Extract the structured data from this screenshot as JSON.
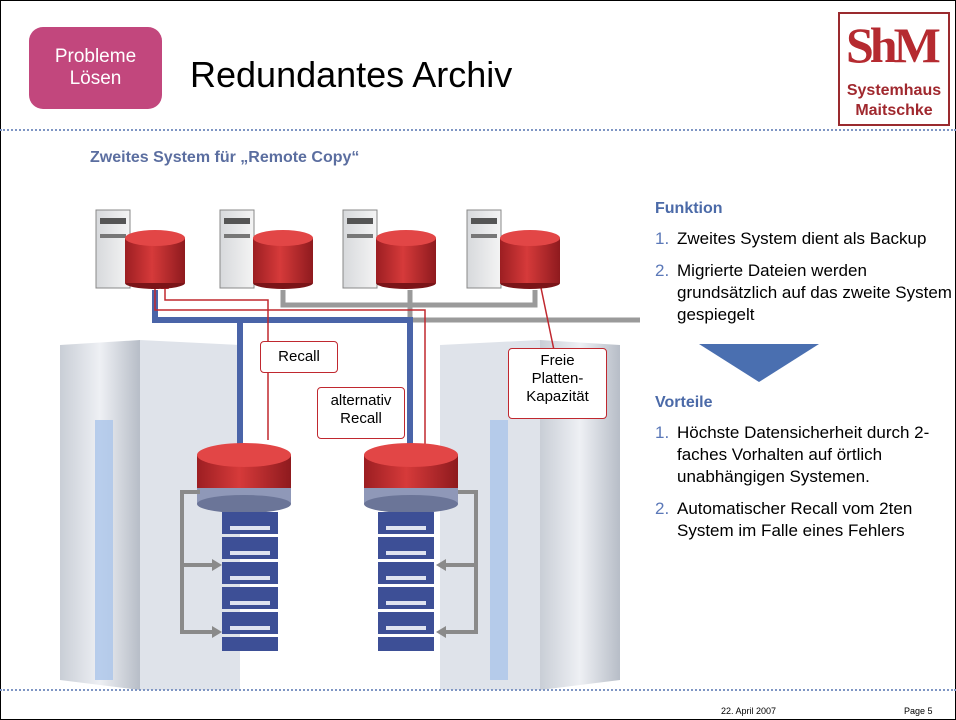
{
  "badge": {
    "line1": "Probleme",
    "line2": "Lösen"
  },
  "title": "Redundantes Archiv",
  "logo": {
    "mark": "ShM",
    "line1": "Systemhaus",
    "line2": "Maitschke"
  },
  "subtitle": "Zweites System für „Remote Copy“",
  "diagram_labels": {
    "recall": "Recall",
    "alt_recall_1": "alternativ",
    "alt_recall_2": "Recall",
    "free_1": "Freie",
    "free_2": "Platten-",
    "free_3": "Kapazität"
  },
  "funktion": {
    "heading": "Funktion",
    "items": [
      {
        "num": "1.",
        "text": "Zweites System dient als Backup"
      },
      {
        "num": "2.",
        "text": "Migrierte Dateien werden grundsätzlich auf das zweite System gespiegelt"
      }
    ]
  },
  "vorteile": {
    "heading": "Vorteile",
    "items": [
      {
        "num": "1.",
        "text": "Höchste Datensicherheit durch 2-faches Vorhalten auf örtlich unabhängigen Systemen."
      },
      {
        "num": "2.",
        "text": "Automatischer Recall vom 2ten System im Falle eines Fehlers"
      }
    ]
  },
  "footer": {
    "date": "22. April 2007",
    "page": "Page 5"
  },
  "colors": {
    "badge": "#c2477d",
    "disk_red": "#c0282f",
    "blue_line": "#4a64a8",
    "arrow": "#4a6fb0"
  }
}
